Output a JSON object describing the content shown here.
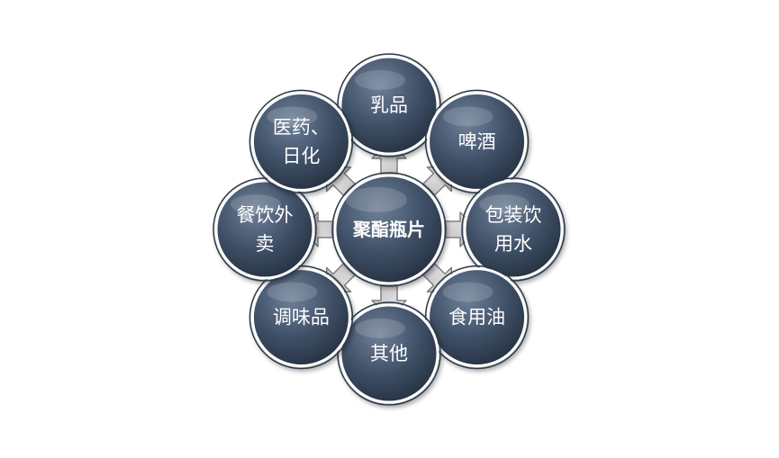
{
  "center": {
    "label": "聚酯瓶片"
  },
  "nodes": [
    {
      "id": "dairy",
      "label_lines": [
        "乳品"
      ]
    },
    {
      "id": "beer",
      "label_lines": [
        "啤酒"
      ]
    },
    {
      "id": "packaged-drinking-water",
      "label_lines": [
        "包装饮",
        "用水"
      ]
    },
    {
      "id": "edible-oil",
      "label_lines": [
        "食用油"
      ]
    },
    {
      "id": "others",
      "label_lines": [
        "其他"
      ]
    },
    {
      "id": "condiments",
      "label_lines": [
        "调味品"
      ]
    },
    {
      "id": "catering-takeout",
      "label_lines": [
        "餐饮外",
        "卖"
      ]
    },
    {
      "id": "medicine-daily-chemicals",
      "label_lines": [
        "医药、",
        "日化"
      ]
    }
  ],
  "colors": {
    "node_fill": "#3f5067",
    "node_fill_light": "#6f8098",
    "node_fill_dark": "#24303f",
    "arrow_fill": "#d9d9d9",
    "arrow_stroke": "#7f7f7f"
  }
}
